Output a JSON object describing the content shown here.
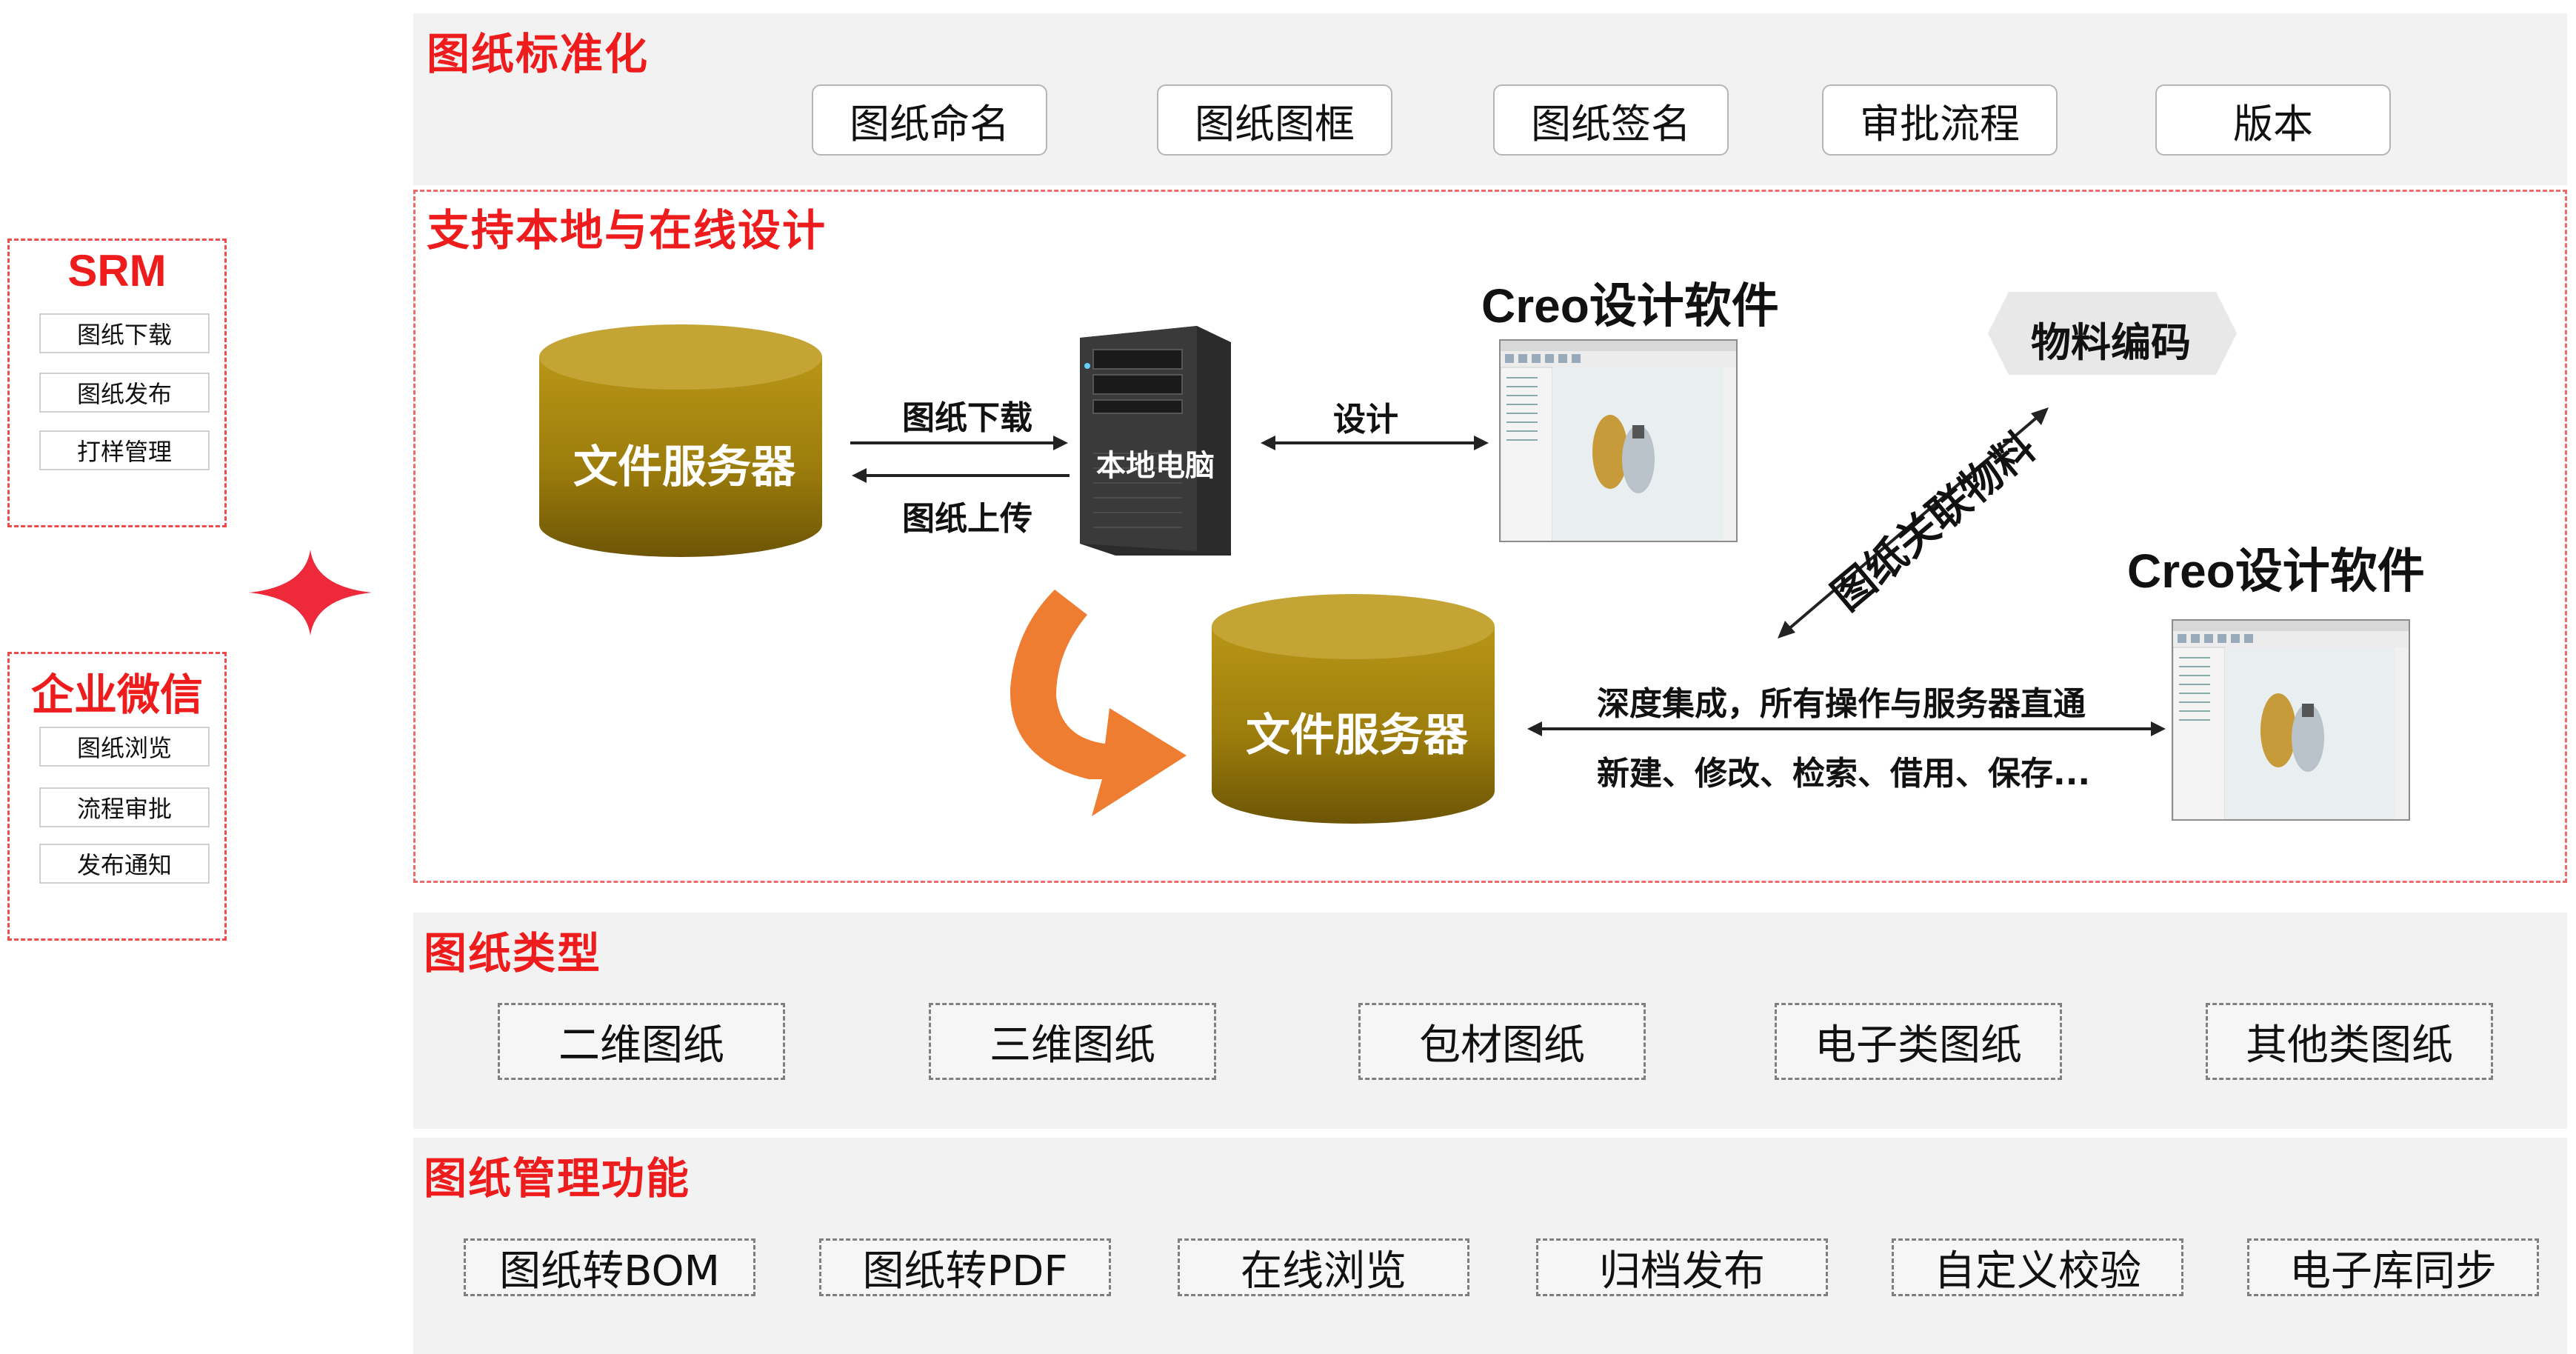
{
  "sections": {
    "standardization": {
      "title": "图纸标准化",
      "items": [
        "图纸命名",
        "图纸图框",
        "图纸签名",
        "审批流程",
        "版本"
      ]
    },
    "design": {
      "title": "支持本地与在线设计",
      "file_server_top": "文件服务器",
      "file_server_bottom": "文件服务器",
      "download_label": "图纸下载",
      "upload_label": "图纸上传",
      "local_pc_label": "本地电脑",
      "design_label": "设计",
      "creo_top": "Creo设计软件",
      "creo_bottom": "Creo设计软件",
      "material_code": "物料编码",
      "link_material": "图纸关联物料",
      "integration_line1": "深度集成，所有操作与服务器直通",
      "integration_line2": "新建、修改、检索、借用、保存..."
    },
    "types": {
      "title": "图纸类型",
      "items": [
        "二维图纸",
        "三维图纸",
        "包材图纸",
        "电子类图纸",
        "其他类图纸"
      ]
    },
    "functions": {
      "title": "图纸管理功能",
      "items": [
        "图纸转BOM",
        "图纸转PDF",
        "在线浏览",
        "归档发布",
        "自定义校验",
        "电子库同步"
      ]
    }
  },
  "sidebar": {
    "srm": {
      "title": "SRM",
      "items": [
        "图纸下载",
        "图纸发布",
        "打样管理"
      ]
    },
    "wecom": {
      "title": "企业微信",
      "items": [
        "图纸浏览",
        "流程审批",
        "发布通知"
      ]
    }
  },
  "colors": {
    "accent_red": "#ee1c1c",
    "cylinder_gold": "#b08c10",
    "arrow_orange": "#ee7d31",
    "panel_gray": "#f2f2f2"
  }
}
